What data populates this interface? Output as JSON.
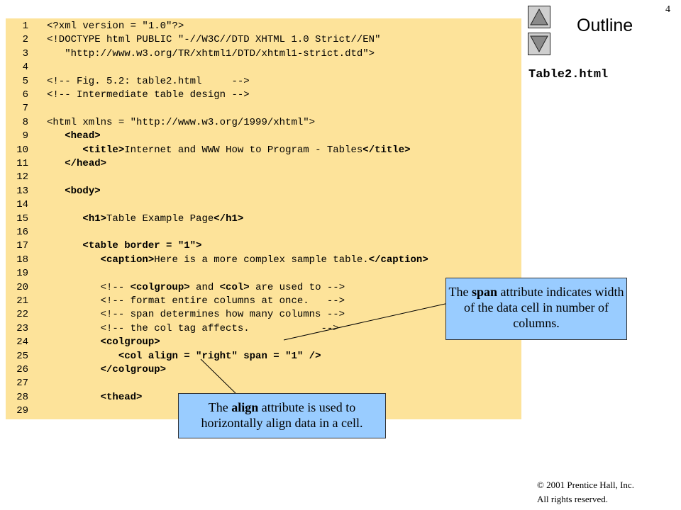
{
  "page_number": "4",
  "nav": {
    "up_icon": "triangle-up-icon",
    "down_icon": "triangle-down-icon",
    "outline_label": "Outline"
  },
  "filename": "Table2.html",
  "code_lines": [
    {
      "n": "1",
      "segs": [
        [
          "",
          "<?xml version = \"1.0\"?>"
        ]
      ]
    },
    {
      "n": "2",
      "segs": [
        [
          "",
          "<!DOCTYPE html PUBLIC \"-//W3C//DTD XHTML 1.0 Strict//EN\""
        ]
      ]
    },
    {
      "n": "3",
      "segs": [
        [
          "",
          "   \"http://www.w3.org/TR/xhtml1/DTD/xhtml1-strict.dtd\">"
        ]
      ]
    },
    {
      "n": "4",
      "segs": []
    },
    {
      "n": "5",
      "segs": [
        [
          "",
          "<!-- Fig. 5.2: table2.html     -->"
        ]
      ]
    },
    {
      "n": "6",
      "segs": [
        [
          "",
          "<!-- Intermediate table design -->"
        ]
      ]
    },
    {
      "n": "7",
      "segs": []
    },
    {
      "n": "8",
      "segs": [
        [
          "",
          "<html xmlns = \"http://www.w3.org/1999/xhtml\">"
        ]
      ]
    },
    {
      "n": "9",
      "segs": [
        [
          "",
          "   "
        ],
        [
          "tag",
          "<head>"
        ]
      ]
    },
    {
      "n": "10",
      "segs": [
        [
          "",
          "      "
        ],
        [
          "tag",
          "<title>"
        ],
        [
          "",
          "Internet and WWW How to Program - Tables"
        ],
        [
          "tag",
          "</title>"
        ]
      ]
    },
    {
      "n": "11",
      "segs": [
        [
          "",
          "   "
        ],
        [
          "tag",
          "</head>"
        ]
      ]
    },
    {
      "n": "12",
      "segs": []
    },
    {
      "n": "13",
      "segs": [
        [
          "",
          "   "
        ],
        [
          "tag",
          "<body>"
        ]
      ]
    },
    {
      "n": "14",
      "segs": []
    },
    {
      "n": "15",
      "segs": [
        [
          "",
          "      "
        ],
        [
          "tag",
          "<h1>"
        ],
        [
          "",
          "Table Example Page"
        ],
        [
          "tag",
          "</h1>"
        ]
      ]
    },
    {
      "n": "16",
      "segs": []
    },
    {
      "n": "17",
      "segs": [
        [
          "",
          "      "
        ],
        [
          "tag",
          "<table border = \"1\">"
        ]
      ]
    },
    {
      "n": "18",
      "segs": [
        [
          "",
          "         "
        ],
        [
          "tag",
          "<caption>"
        ],
        [
          "",
          "Here is a more complex sample table."
        ],
        [
          "tag",
          "</caption>"
        ]
      ]
    },
    {
      "n": "19",
      "segs": []
    },
    {
      "n": "20",
      "segs": [
        [
          "",
          "         <!-- "
        ],
        [
          "tag",
          "<colgroup>"
        ],
        [
          "",
          " and "
        ],
        [
          "tag",
          "<col>"
        ],
        [
          "",
          " are used to -->"
        ]
      ]
    },
    {
      "n": "21",
      "segs": [
        [
          "",
          "         <!-- format entire columns at once.   -->"
        ]
      ]
    },
    {
      "n": "22",
      "segs": [
        [
          "",
          "         <!-- span determines how many columns -->"
        ]
      ]
    },
    {
      "n": "23",
      "segs": [
        [
          "",
          "         <!-- the col tag affects.            -->"
        ]
      ]
    },
    {
      "n": "24",
      "segs": [
        [
          "",
          "         "
        ],
        [
          "tag",
          "<colgroup>"
        ]
      ]
    },
    {
      "n": "25",
      "segs": [
        [
          "",
          "            "
        ],
        [
          "tag",
          "<col align = \"right\" span = \"1\" />"
        ]
      ]
    },
    {
      "n": "26",
      "segs": [
        [
          "",
          "         "
        ],
        [
          "tag",
          "</colgroup>"
        ]
      ]
    },
    {
      "n": "27",
      "segs": []
    },
    {
      "n": "28",
      "segs": [
        [
          "",
          "         "
        ],
        [
          "tag",
          "<thead>"
        ]
      ]
    },
    {
      "n": "29",
      "segs": []
    }
  ],
  "callouts": {
    "span": {
      "before": "The ",
      "keyword": "span",
      "after": " attribute indicates width of the data cell in number of columns."
    },
    "align": {
      "before": "The ",
      "keyword": "align",
      "after": " attribute is used to horizontally align data in a cell."
    }
  },
  "copyright": {
    "line1": "© 2001 Prentice Hall, Inc.",
    "line2": "All rights reserved."
  }
}
